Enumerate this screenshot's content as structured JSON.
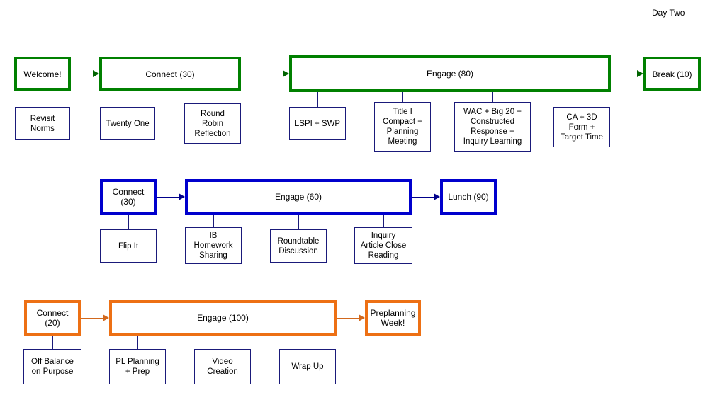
{
  "title": "Day Two",
  "colors": {
    "green": "#008000",
    "blue": "#0000cd",
    "orange": "#ed7014",
    "leaf_border": "#1a1a7a",
    "background": "#ffffff"
  },
  "rows": [
    {
      "name": "morning-green-row",
      "color": "green",
      "blocks": [
        {
          "label": "Welcome!"
        },
        {
          "label": "Connect (30)"
        },
        {
          "label": "Engage (80)"
        },
        {
          "label": "Break (10)"
        }
      ],
      "leaves": [
        {
          "label": "Revisit\nNorms"
        },
        {
          "label": "Twenty One"
        },
        {
          "label": "Round\nRobin\nReflection"
        },
        {
          "label": "LSPI + SWP"
        },
        {
          "label": "Title I\nCompact +\nPlanning\nMeeting"
        },
        {
          "label": "WAC + Big 20 +\nConstructed\nResponse +\nInquiry Learning"
        },
        {
          "label": "CA + 3D\nForm +\nTarget Time"
        }
      ]
    },
    {
      "name": "midday-blue-row",
      "color": "blue",
      "blocks": [
        {
          "label": "Connect\n(30)"
        },
        {
          "label": "Engage (60)"
        },
        {
          "label": "Lunch (90)"
        }
      ],
      "leaves": [
        {
          "label": "Flip It"
        },
        {
          "label": "IB\nHomework\nSharing"
        },
        {
          "label": "Roundtable\nDiscussion"
        },
        {
          "label": "Inquiry\nArticle Close\nReading"
        }
      ]
    },
    {
      "name": "afternoon-orange-row",
      "color": "orange",
      "blocks": [
        {
          "label": "Connect\n(20)"
        },
        {
          "label": "Engage (100)"
        },
        {
          "label": "Preplanning\nWeek!"
        }
      ],
      "leaves": [
        {
          "label": "Off Balance\non Purpose"
        },
        {
          "label": "PL Planning\n+ Prep"
        },
        {
          "label": "Video\nCreation"
        },
        {
          "label": "Wrap Up"
        }
      ]
    }
  ]
}
